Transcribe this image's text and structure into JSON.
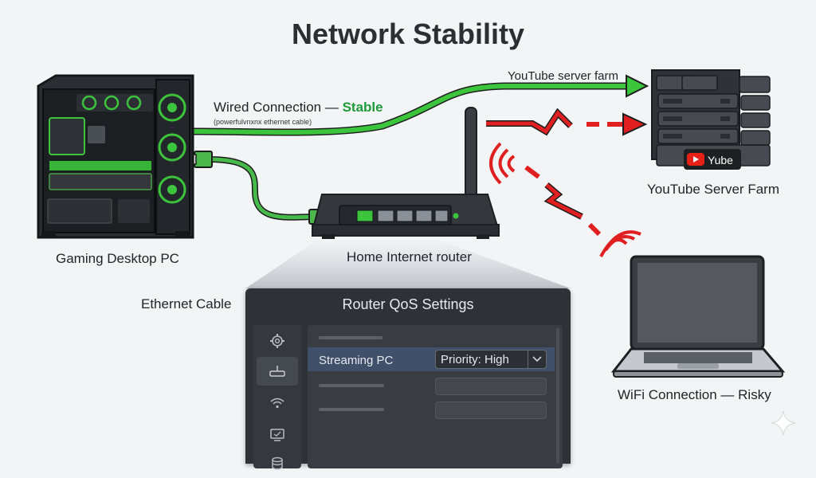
{
  "title": {
    "bold": "Network Stability",
    "light": ""
  },
  "labels": {
    "wired": "Wired Connection —",
    "wired_status": "Stable",
    "wired_sub": "(powerfulvnxnx ethernet cable)",
    "youtube_arrow": "YouTube server farm",
    "youtube_farm": "YouTube Server Farm",
    "youtube_logo": "Yube",
    "gaming_pc": "Gaming Desktop PC",
    "router": "Home Internet router",
    "ethernet_cable": "Ethernet Cable",
    "wifi": "WiFi Connection — Risky"
  },
  "qos_panel": {
    "title": "Router QoS Settings",
    "sidebar_icons": [
      "gear-icon",
      "router-icon",
      "wifi-icon",
      "display-icon",
      "database-icon"
    ],
    "active_sidebar_index": 1,
    "row_label": "Streaming PC",
    "priority_value": "Priority: High"
  },
  "colors": {
    "wired": "#3cc43c",
    "wireless": "#e02020",
    "accent_green": "#1e9a3a",
    "panel_bg": "#2e3136",
    "youtube_red": "#e62117"
  }
}
